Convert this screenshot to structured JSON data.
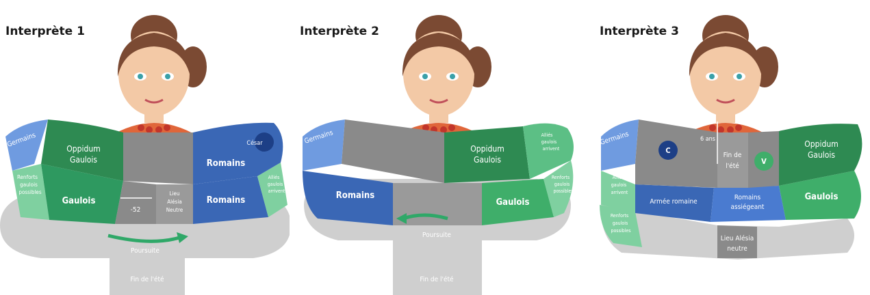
{
  "interpreters": [
    {
      "title": "Interprète 1",
      "labels": {
        "germains": "Germains",
        "oppidum": [
          "Oppidum",
          "Gaulois"
        ],
        "romains_top": "Romains",
        "cesar": "César",
        "renforts": [
          "Renforts",
          "gaulois",
          "possibles"
        ],
        "gaulois": "Gaulois",
        "arrow_year": "-52",
        "lieu": [
          "Lieu",
          "Alésia",
          "Neutre"
        ],
        "romains_bottom": "Romains",
        "allies": [
          "Alliés",
          "gaulois",
          "arrivent"
        ],
        "poursuite": "Poursuite",
        "fin": "Fin de l'été"
      }
    },
    {
      "title": "Interprète 2",
      "labels": {
        "germains": "Germains",
        "oppidum": [
          "Oppidum",
          "Gaulois"
        ],
        "allies": [
          "Alliés",
          "gaulois",
          "arrivent"
        ],
        "romains": "Romains",
        "poursuite": "Poursuite",
        "gaulois": "Gaulois",
        "renforts": [
          "Renforts",
          "gaulois",
          "possibles"
        ],
        "fin": "Fin de l'été"
      }
    },
    {
      "title": "Interprète 3",
      "labels": {
        "germains": "Germains",
        "c": "C",
        "six_ans": "6 ans",
        "fin_ete": [
          "Fin de",
          "l'été"
        ],
        "v": "V",
        "oppidum": [
          "Oppidum",
          "Gaulois"
        ],
        "allies": [
          "Alliés",
          "gaulois",
          "arrivent"
        ],
        "armee": "Armée romaine",
        "romains_assiegeant": [
          "Romains",
          "assiégeant"
        ],
        "gaulois": "Gaulois",
        "renforts": [
          "Renforts",
          "gaulois",
          "possibles"
        ],
        "lieu": [
          "Lieu Alésia",
          "neutre"
        ]
      }
    }
  ],
  "colors": {
    "blue": "#3a67b5",
    "blue_light": "#6f9be0",
    "green_dark": "#2e8a52",
    "green": "#3fae6a",
    "green_light": "#7fd0a0",
    "grey": "#8a8a8a",
    "grey_light": "#cfcfcf",
    "navy": "#1d3f86",
    "hair": "#7b4a33",
    "skin": "#f3c9a6",
    "shirt": "#e0663a"
  }
}
